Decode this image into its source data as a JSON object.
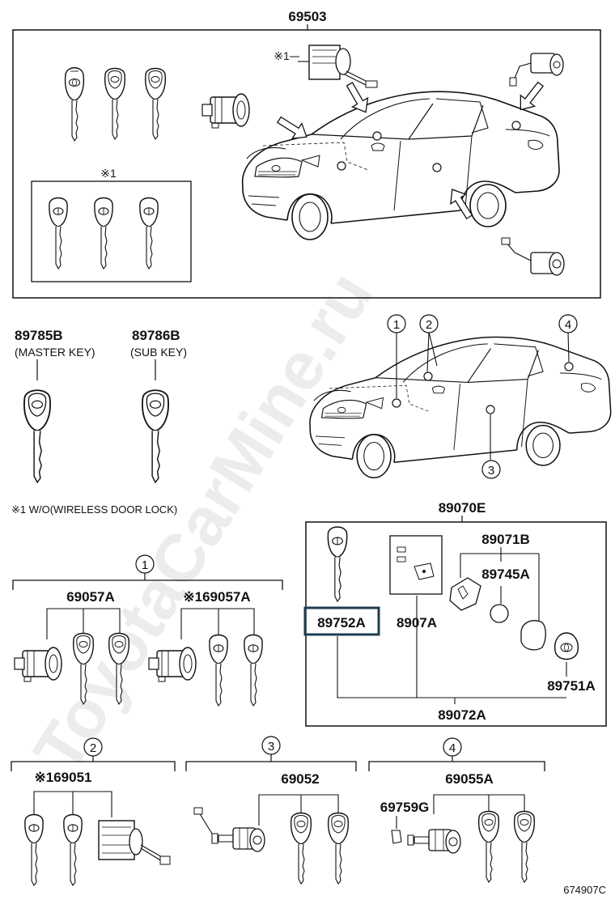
{
  "watermark": "ToyotaCarMine.ru",
  "top_assembly": {
    "part_number": "69503",
    "wo_kit_marker": "※1",
    "lock_marker": "※1"
  },
  "keys": {
    "master": {
      "part_number": "89785B",
      "caption": "(MASTER KEY)"
    },
    "sub": {
      "part_number": "89786B",
      "caption": "(SUB KEY)"
    }
  },
  "locations": [
    "1",
    "2",
    "3",
    "4"
  ],
  "footnote": "※1 W/O(WIRELESS DOOR LOCK)",
  "transmitter": {
    "kit": "89070E",
    "housing": "89071B",
    "battery": "89745A",
    "key_blank": "89752A",
    "board": "8907A",
    "cover": "89751A",
    "subassembly": "89072A",
    "highlight_color": "#1f3d52"
  },
  "sets": {
    "set1": {
      "marker": "1",
      "left": "69057A",
      "right": "※169057A"
    },
    "set2": {
      "marker": "2",
      "part": "※169051"
    },
    "set3": {
      "marker": "3",
      "part": "69052"
    },
    "set4": {
      "marker": "4",
      "part": "69055A",
      "sub": "69759G"
    }
  },
  "drawing_number": "674907C"
}
